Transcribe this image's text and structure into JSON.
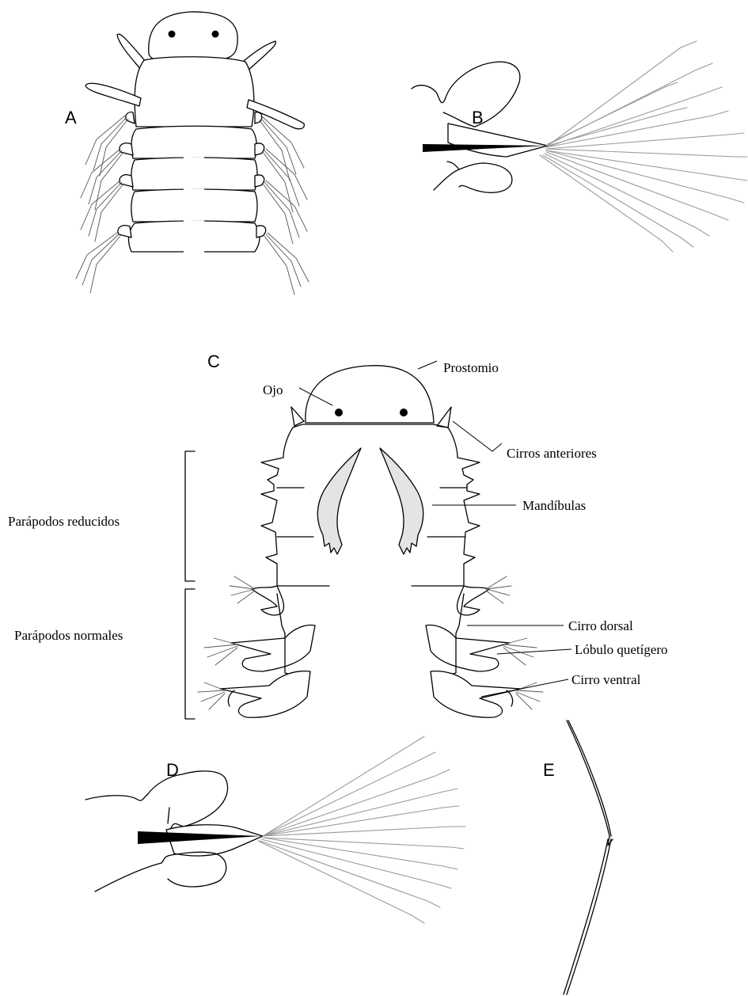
{
  "panels": {
    "a": "A",
    "b": "B",
    "c": "C",
    "d": "D",
    "e": "E"
  },
  "labels": {
    "prostomio": "Prostomio",
    "ojo": "Ojo",
    "cirros_anteriores": "Cirros anteriores",
    "mandibulas": "Mandíbulas",
    "parapodos_reducidos": "Parápodos reducidos",
    "parapodos_normales": "Parápodos normales",
    "cirro_dorsal": "Cirro dorsal",
    "lobulo_quetigero": "Lóbulo quetígero",
    "cirro_ventral": "Cirro ventral"
  }
}
